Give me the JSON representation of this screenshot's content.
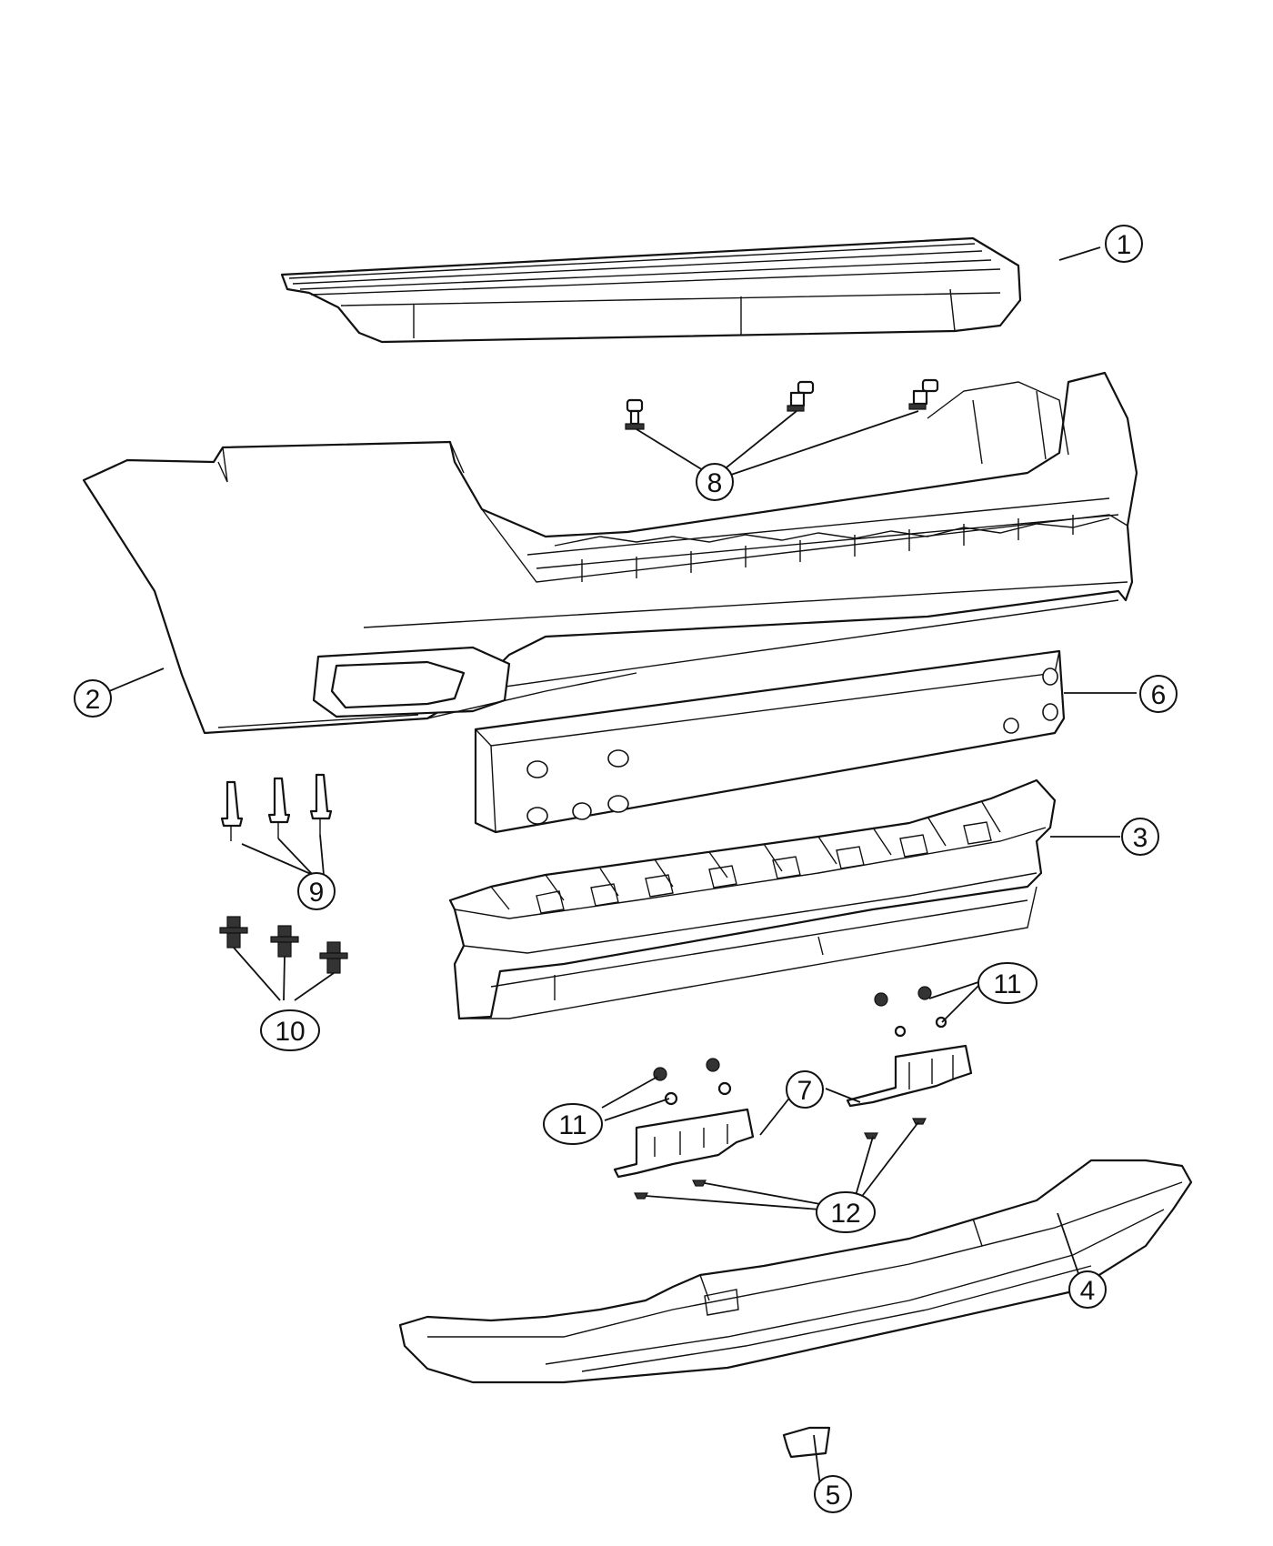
{
  "callouts": [
    {
      "id": "c1",
      "label": "1"
    },
    {
      "id": "c2",
      "label": "2"
    },
    {
      "id": "c3",
      "label": "3"
    },
    {
      "id": "c4",
      "label": "4"
    },
    {
      "id": "c5",
      "label": "5"
    },
    {
      "id": "c6",
      "label": "6"
    },
    {
      "id": "c7",
      "label": "7"
    },
    {
      "id": "c8",
      "label": "8"
    },
    {
      "id": "c9",
      "label": "9"
    },
    {
      "id": "c10",
      "label": "10"
    },
    {
      "id": "c11a",
      "label": "11"
    },
    {
      "id": "c11b",
      "label": "11"
    },
    {
      "id": "c12",
      "label": "12"
    }
  ]
}
